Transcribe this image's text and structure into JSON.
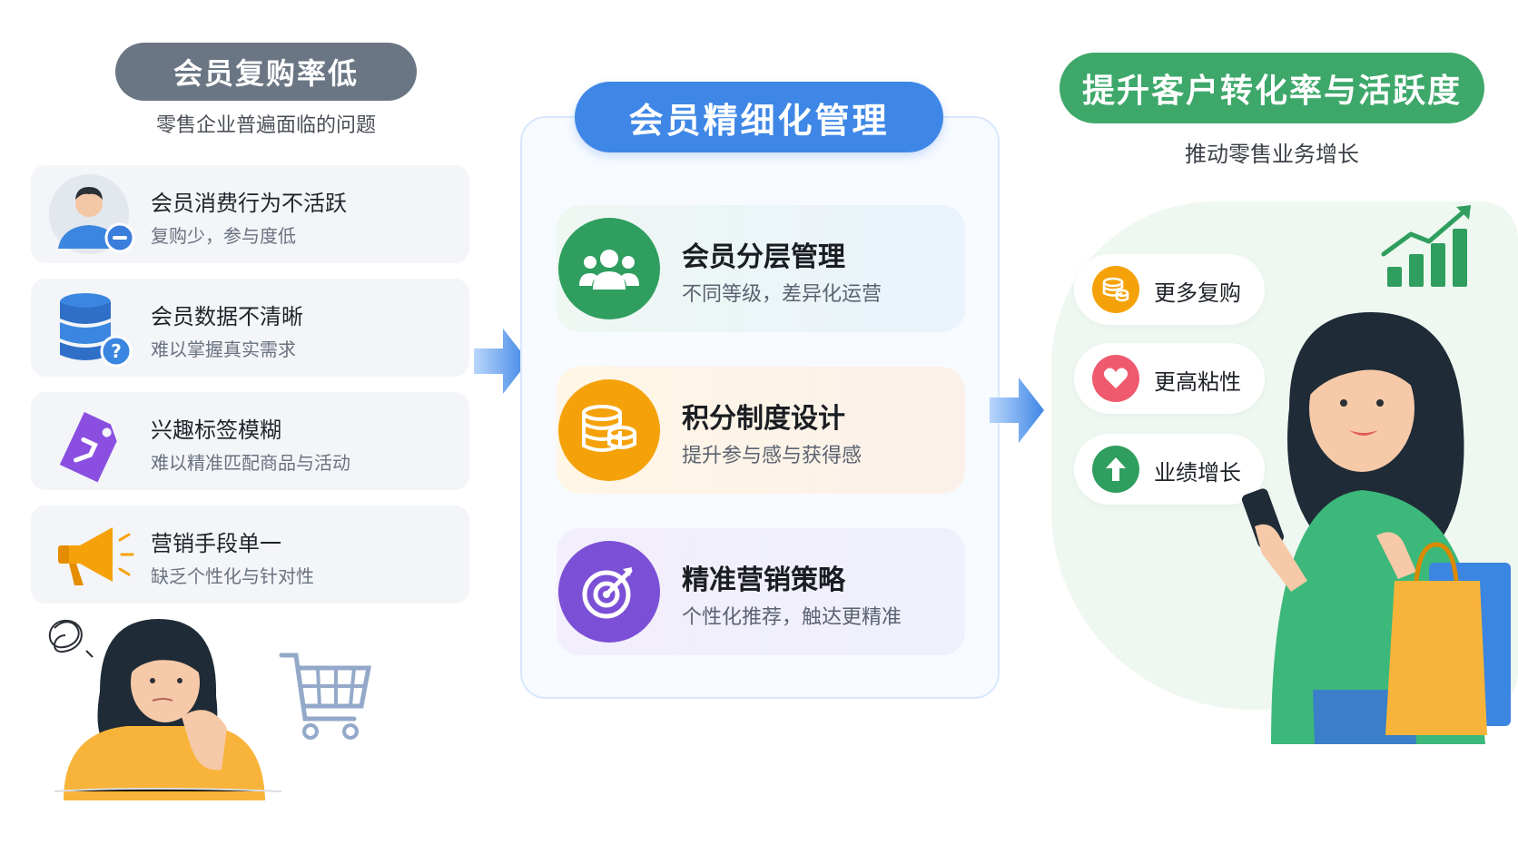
{
  "left": {
    "heading": "会员复购率低",
    "subtitle": "零售企业普遍面临的问题",
    "problems": [
      {
        "title": "会员消费行为不活跃",
        "desc": "复购少，参与度低",
        "icon": "inactive-user-icon"
      },
      {
        "title": "会员数据不清晰",
        "desc": "难以掌握真实需求",
        "icon": "database-question-icon"
      },
      {
        "title": "兴趣标签模糊",
        "desc": "难以精准匹配商品与活动",
        "icon": "tag-icon"
      },
      {
        "title": "营销手段单一",
        "desc": "缺乏个性化与针对性",
        "icon": "megaphone-icon"
      }
    ]
  },
  "middle": {
    "heading": "会员精细化管理",
    "strategies": [
      {
        "title": "会员分层管理",
        "desc": "不同等级，差异化运营",
        "icon": "users-group-icon",
        "color": "#2f9e5f"
      },
      {
        "title": "积分制度设计",
        "desc": "提升参与感与获得感",
        "icon": "coins-icon",
        "color": "#f5a20a"
      },
      {
        "title": "精准营销策略",
        "desc": "个性化推荐，触达更精准",
        "icon": "target-icon",
        "color": "#7b4fd6"
      }
    ]
  },
  "right": {
    "heading": "提升客户转化率与活跃度",
    "subtitle": "推动零售业务增长",
    "results": [
      {
        "label": "更多复购",
        "icon": "coins-icon",
        "color": "#f5a20a"
      },
      {
        "label": "更高粘性",
        "icon": "heart-icon",
        "color": "#ef5a6f"
      },
      {
        "label": "业绩增长",
        "icon": "arrow-up-icon",
        "color": "#2f9e5f"
      }
    ]
  },
  "colors": {
    "gray_pill": "#6b7684",
    "blue_pill": "#3f87e6",
    "green_pill": "#3ea86b"
  }
}
